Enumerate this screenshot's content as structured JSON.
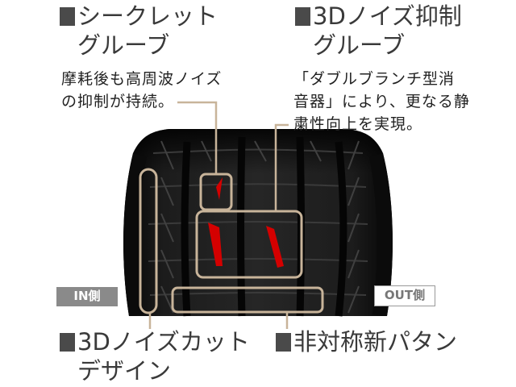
{
  "headings": {
    "top_left": {
      "line1": "シークレット",
      "line2": "グルーブ"
    },
    "top_right": {
      "line1": "3Dノイズ抑制",
      "line2": "グルーブ"
    },
    "bottom_left": {
      "line1": "3Dノイズカット",
      "line2": "デザイン"
    },
    "bottom_right": {
      "line1": "非対称新パタン"
    }
  },
  "descriptions": {
    "left": {
      "line1": "摩耗後も高周波ノイズ",
      "line2": "の抑制が持続。"
    },
    "right": {
      "line1": "「ダブルブランチ型消",
      "line2": "音器」により、更なる静",
      "line3": "粛性向上を実現。"
    }
  },
  "badges": {
    "in": "IN側",
    "out": "OUT側"
  },
  "colors": {
    "tire": "#151515",
    "callout": "#c8b49a",
    "groove_accent": "#d40000",
    "heading_square": "#4a4a4a"
  }
}
